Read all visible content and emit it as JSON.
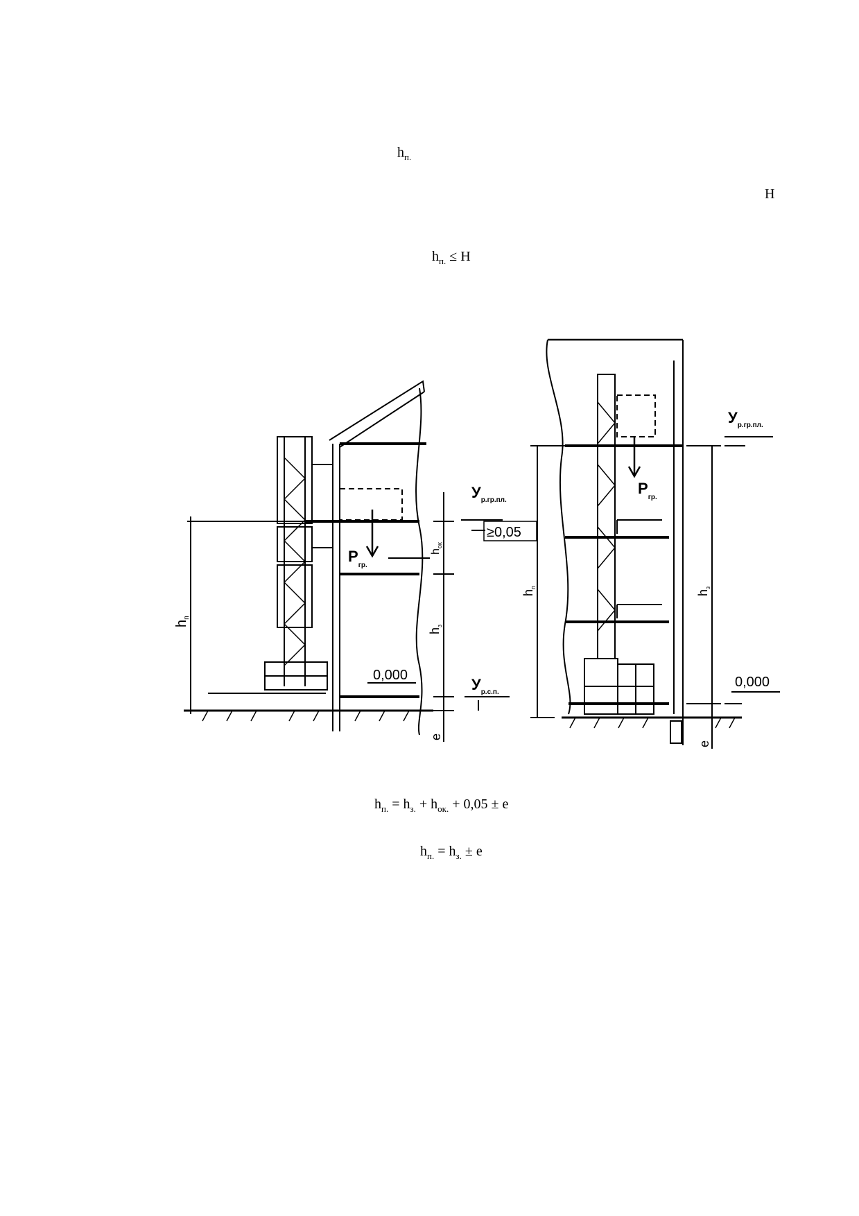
{
  "top": {
    "h_sym": "h",
    "h_sub": "п.",
    "H": "H",
    "ineq_h": "h",
    "ineq_sub": "п.",
    "ineq_rest": " ≤ H"
  },
  "figure": {
    "left": {
      "y_top": "У",
      "y_top_sub": "р.гр.пл.",
      "min_gap": "≥0,05",
      "h_ok": "h",
      "h_ok_sub": "ок",
      "p": "P",
      "p_sub": "гр.",
      "h_p": "h",
      "h_p_sub": "п",
      "h_z": "h",
      "h_z_sub": "з",
      "zero": "0,000",
      "y_ground": "У",
      "y_ground_sub": "р.с.п.",
      "e": "e"
    },
    "right": {
      "y_top": "У",
      "y_top_sub": "р.гр.пл.",
      "p": "P",
      "p_sub": "гр.",
      "h_p": "h",
      "h_p_sub": "п",
      "h_z": "h",
      "h_z_sub": "з",
      "zero": "0,000",
      "e": "e"
    }
  },
  "formulas": {
    "f1": {
      "a": "h",
      "a_sub": "п.",
      "b": " = h",
      "b_sub": "з.",
      "c": " + h",
      "c_sub": "ок.",
      "d": " + 0,05 ± e"
    },
    "f2": {
      "a": "h",
      "a_sub": "п.",
      "b": " = h",
      "b_sub": "з.",
      "c": " ± e"
    }
  }
}
